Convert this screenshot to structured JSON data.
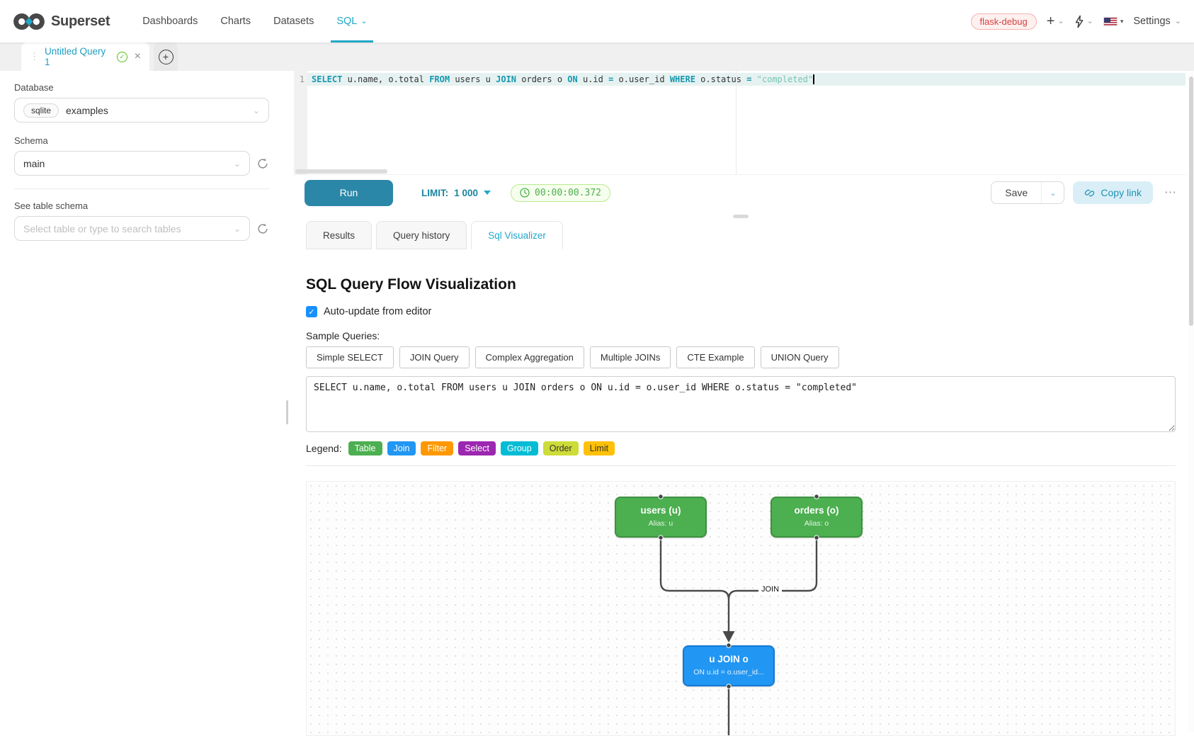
{
  "nav": {
    "brand": "Superset",
    "items": [
      {
        "label": "Dashboards"
      },
      {
        "label": "Charts"
      },
      {
        "label": "Datasets"
      },
      {
        "label": "SQL"
      }
    ],
    "env_tag": "flask-debug",
    "settings_label": "Settings"
  },
  "icons": {
    "plus": "+",
    "caret_down": "⌄",
    "flag_caret": "▾",
    "drag_dots": "⋮",
    "check": "✓",
    "close": "×",
    "add_circle_plus": "+",
    "ellipsis": "⋯",
    "checkbox_check": "✓"
  },
  "query_tab": {
    "title": "Untitled Query 1"
  },
  "sidebar": {
    "database_label": "Database",
    "database_engine": "sqlite",
    "database_name": "examples",
    "schema_label": "Schema",
    "schema_value": "main",
    "table_label": "See table schema",
    "table_placeholder": "Select table or type to search tables"
  },
  "editor": {
    "line_number": "1",
    "tokens": [
      {
        "text": "SELECT",
        "type": "keyword"
      },
      {
        "text": " u.name, o.total ",
        "type": "plain"
      },
      {
        "text": "FROM",
        "type": "keyword"
      },
      {
        "text": " users u ",
        "type": "plain"
      },
      {
        "text": "JOIN",
        "type": "keyword"
      },
      {
        "text": " orders o ",
        "type": "plain"
      },
      {
        "text": "ON",
        "type": "keyword"
      },
      {
        "text": " u.id ",
        "type": "plain"
      },
      {
        "text": "=",
        "type": "keyword"
      },
      {
        "text": " o.user_id ",
        "type": "plain"
      },
      {
        "text": "WHERE",
        "type": "keyword"
      },
      {
        "text": " o.status ",
        "type": "plain"
      },
      {
        "text": "=",
        "type": "keyword"
      },
      {
        "text": " ",
        "type": "plain"
      },
      {
        "text": "\"completed\"",
        "type": "string"
      }
    ],
    "colors": {
      "keyword": "#1798b0",
      "string": "#79c5b2",
      "plain": "#333333",
      "active_line": "#e6f2f1"
    }
  },
  "toolbar": {
    "run_label": "Run",
    "limit_label": "LIMIT:",
    "limit_value": "1 000",
    "timer": "00:00:00.372",
    "save_label": "Save",
    "copy_link_label": "Copy link"
  },
  "result_tabs": [
    {
      "label": "Results"
    },
    {
      "label": "Query history"
    },
    {
      "label": "Sql Visualizer",
      "active": true
    }
  ],
  "visualizer": {
    "title": "SQL Query Flow Visualization",
    "auto_update_label": "Auto-update from editor",
    "auto_update_checked": true,
    "sample_queries_label": "Sample Queries:",
    "sample_queries": [
      "Simple SELECT",
      "JOIN Query",
      "Complex Aggregation",
      "Multiple JOINs",
      "CTE Example",
      "UNION Query"
    ],
    "sql_text": "SELECT u.name, o.total FROM users u JOIN orders o ON u.id = o.user_id WHERE o.status = \"completed\"",
    "legend_label": "Legend:",
    "legend": [
      {
        "label": "Table",
        "color": "#4caf50",
        "text_color": "#ffffff"
      },
      {
        "label": "Join",
        "color": "#2196f3",
        "text_color": "#ffffff"
      },
      {
        "label": "Filter",
        "color": "#ff9800",
        "text_color": "#ffffff"
      },
      {
        "label": "Select",
        "color": "#9c27b0",
        "text_color": "#ffffff"
      },
      {
        "label": "Group",
        "color": "#00bcd4",
        "text_color": "#ffffff"
      },
      {
        "label": "Order",
        "color": "#cddc39",
        "text_color": "#333333"
      },
      {
        "label": "Limit",
        "color": "#ffc107",
        "text_color": "#333333"
      }
    ],
    "flow": {
      "nodes": [
        {
          "title": "users (u)",
          "subtitle": "Alias: u",
          "color": "#4caf50"
        },
        {
          "title": "orders (o)",
          "subtitle": "Alias: o",
          "color": "#4caf50"
        },
        {
          "title": "u JOIN o",
          "subtitle": "ON u.id = o.user_id...",
          "color": "#2196f3"
        }
      ],
      "edge_label": "JOIN"
    }
  },
  "colors": {
    "primary": "#20a7c9",
    "run_button": "#2b87a8",
    "env_tag_text": "#d43f3f",
    "timer_green": "#4caf50",
    "edge": "#4a4a4a"
  }
}
